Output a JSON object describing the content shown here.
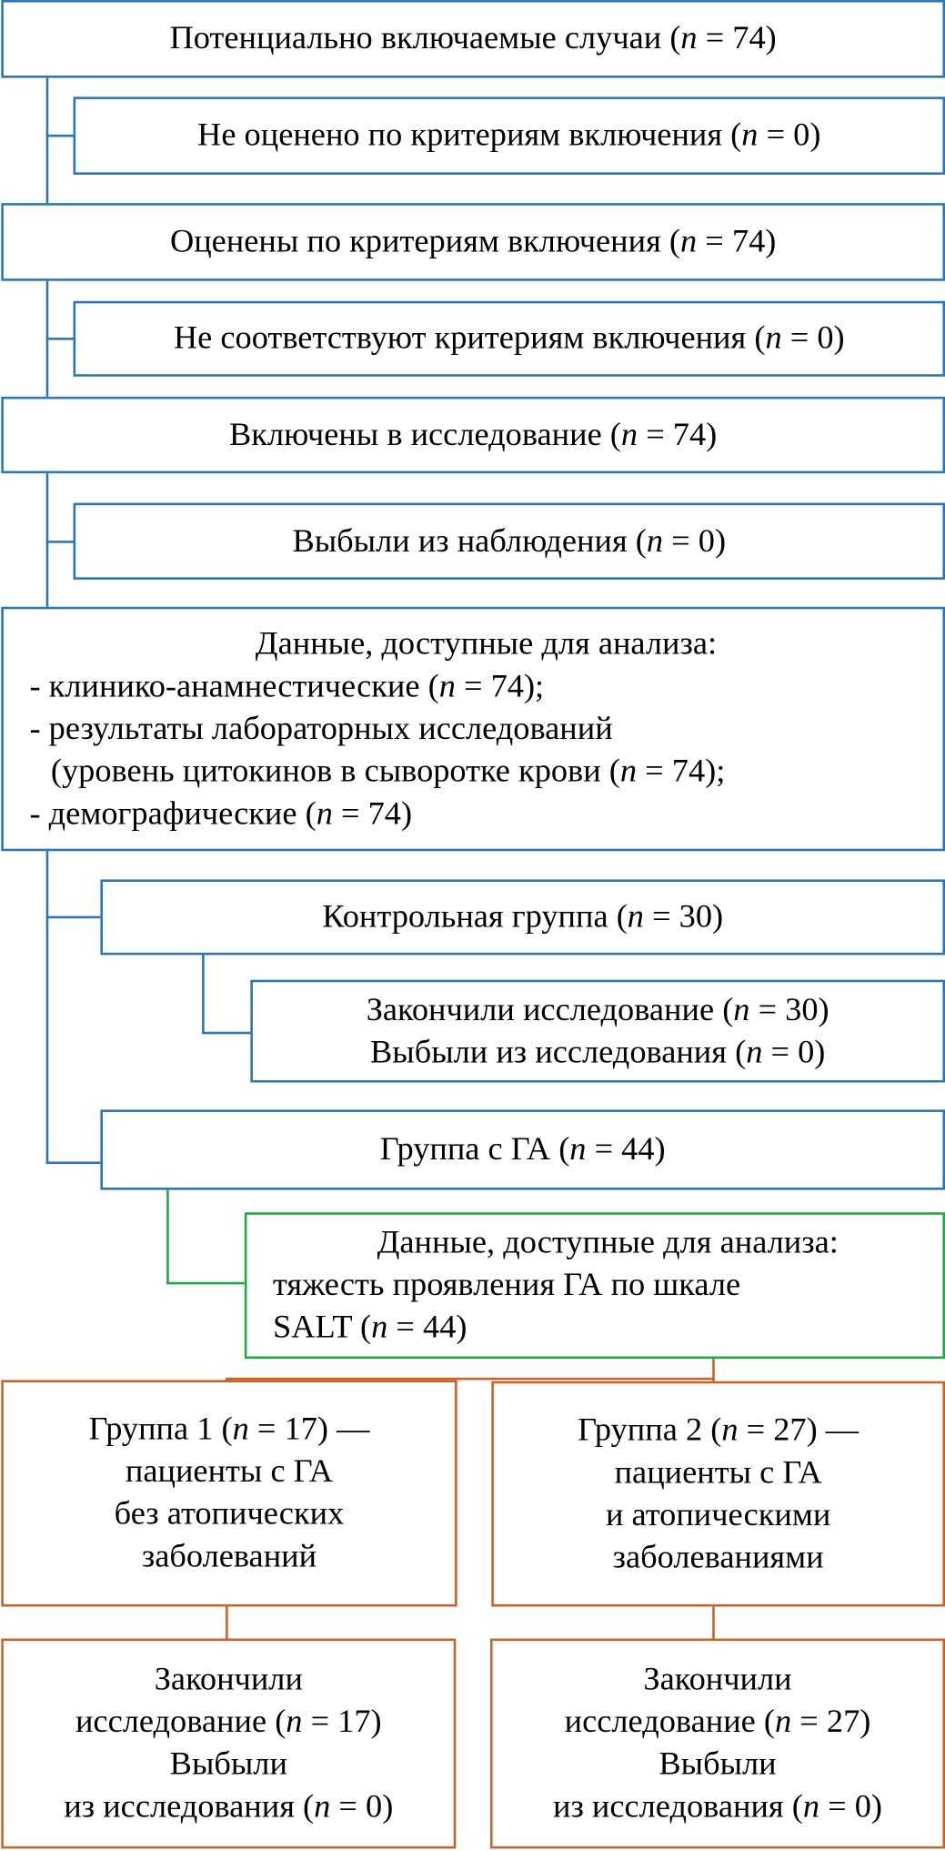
{
  "boxes": {
    "potential": {
      "pre": "Потенциально включаемые случаи (",
      "n": "n",
      "post": " = 74)"
    },
    "not_assessed": {
      "pre": "Не оценено по критериям включения (",
      "n": "n",
      "post": " = 0)"
    },
    "assessed": {
      "pre": "Оценены по критериям включения (",
      "n": "n",
      "post": " = 74)"
    },
    "not_matching": {
      "pre": "Не соответствуют критериям включения (",
      "n": "n",
      "post": " = 0)"
    },
    "included": {
      "pre": "Включены в исследование (",
      "n": "n",
      "post": " = 74)"
    },
    "dropped": {
      "pre": "Выбыли из наблюдения (",
      "n": "n",
      "post": " = 0)"
    },
    "available": {
      "title": "Данные, доступные для анализа:",
      "l1_pre": "- клинико-анамнестические (",
      "l1_post": " = 74);",
      "l2": "- результаты лабораторных исследований",
      "l3_pre": "(уровень цитокинов в сыворотке крови (",
      "l3_post": " = 74);",
      "l4_pre": "- демографические (",
      "l4_post": " = 74)",
      "n": "n"
    },
    "control": {
      "pre": "Контрольная группа (",
      "n": "n",
      "post": " = 30)"
    },
    "control_done": {
      "l1_pre": "Закончили исследование (",
      "l1_post": " = 30)",
      "l2_pre": "Выбыли из исследования (",
      "l2_post": " = 0)",
      "n": "n"
    },
    "ga_group": {
      "pre": "Группа с ГА (",
      "n": "n",
      "post": " = 44)"
    },
    "ga_data": {
      "title": "Данные, доступные для анализа:",
      "l2": "тяжесть проявления ГА по шкале",
      "l3_pre": "SALT (",
      "l3_post": " = 44)",
      "n": "n"
    },
    "group1": {
      "l1_pre": "Группа 1 (",
      "l1_post": " = 17) —",
      "l2": "пациенты с ГА",
      "l3": "без атопических",
      "l4": "заболеваний",
      "n": "n"
    },
    "group2": {
      "l1_pre": "Группа 2 (",
      "l1_post": " = 27) —",
      "l2": "пациенты с ГА",
      "l3": "и атопическими",
      "l4": "заболеваниями",
      "n": "n"
    },
    "group1_done": {
      "l1": "Закончили",
      "l2_pre": "исследование (",
      "l2_post": " = 17)",
      "l3": "Выбыли",
      "l4_pre": "из исследования (",
      "l4_post": " = 0)",
      "n": "n"
    },
    "group2_done": {
      "l1": "Закончили",
      "l2_pre": "исследование (",
      "l2_post": " = 27)",
      "l3": "Выбыли",
      "l4_pre": "из исследования (",
      "l4_post": " = 0)",
      "n": "n"
    }
  },
  "colors": {
    "blue": "#2e75b6",
    "green": "#22a845",
    "orange": "#c8642a"
  }
}
